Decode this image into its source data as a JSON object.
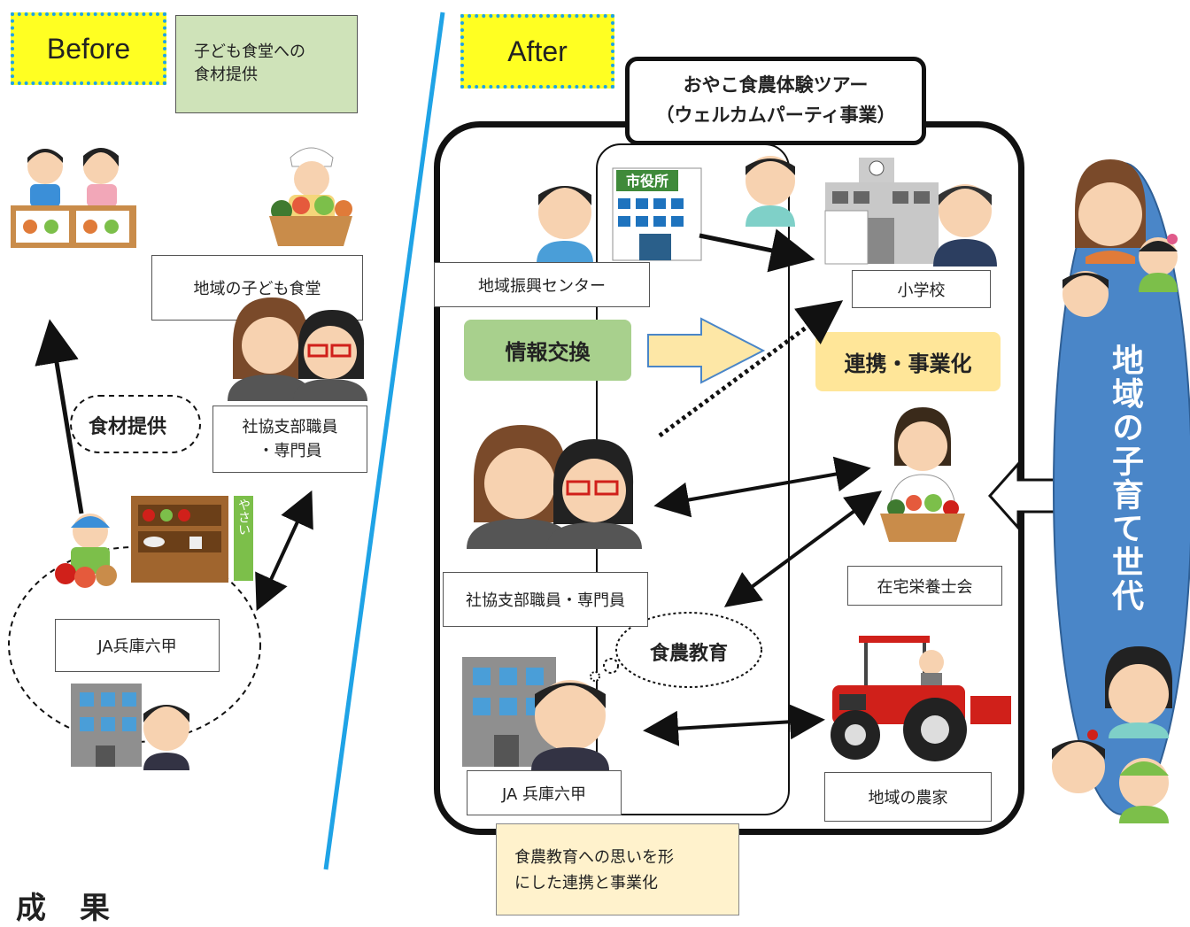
{
  "before": {
    "tag": "Before",
    "note_lines": [
      "子ども食堂への",
      "食材提供"
    ],
    "labels": {
      "kodomo_shokudo": "地域の子ども食堂",
      "shakyo_line1": "社協支部職員",
      "shakyo_line2": "・専門員",
      "ja": "JA兵庫六甲"
    },
    "arrow_label": "食材提供",
    "veg_sign": "やさい"
  },
  "after": {
    "tag": "After",
    "tour_line1": "おやこ食農体験ツアー",
    "tour_line2": "（ウェルカムパーティ事業）",
    "city_hall_sign": "市役所",
    "labels": {
      "center": "地域振興センター",
      "shogakko": "小学校",
      "shakyo": "社協支部職員・専門員",
      "eiyoshi": "在宅栄養士会",
      "ja": "JA 兵庫六甲",
      "farmer": "地域の農家"
    },
    "info_exchange": "情報交換",
    "collab": "連携・事業化",
    "education": "食農教育",
    "result_lines": [
      "食農教育への思いを形",
      "にした連携と事業化"
    ],
    "generation": "地域の子育て世代"
  },
  "footer": {
    "heading": "成　果"
  },
  "colors": {
    "tag_bg": "#ffff22",
    "tag_border": "#1fa3e6",
    "green_box": "#cfe3b9",
    "info_green": "#a8d08d",
    "collab_yellow": "#ffe699",
    "oval_blue": "#4a86c8",
    "divider": "#1fa3e6"
  }
}
